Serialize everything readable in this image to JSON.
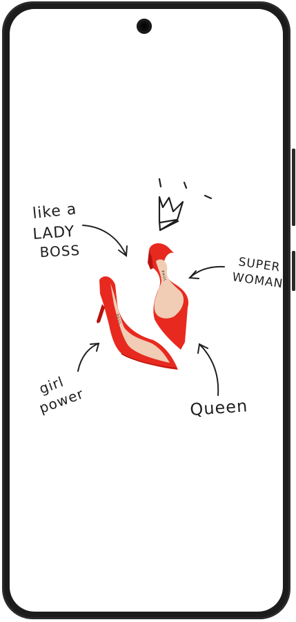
{
  "wallpaper": {
    "texts": {
      "like_a": "like a",
      "lady": "LADY",
      "boss": "BOSS",
      "super": "SUPER",
      "woman": "WOMAN",
      "girl": "girl",
      "power": "power",
      "queen": "Queen",
      "shoe_brand": "PAUL"
    },
    "colors": {
      "shoe_red": "#e8291f",
      "shoe_dark": "#b5130c",
      "insole": "#f0cdb4",
      "ink": "#1e1e1e"
    }
  }
}
